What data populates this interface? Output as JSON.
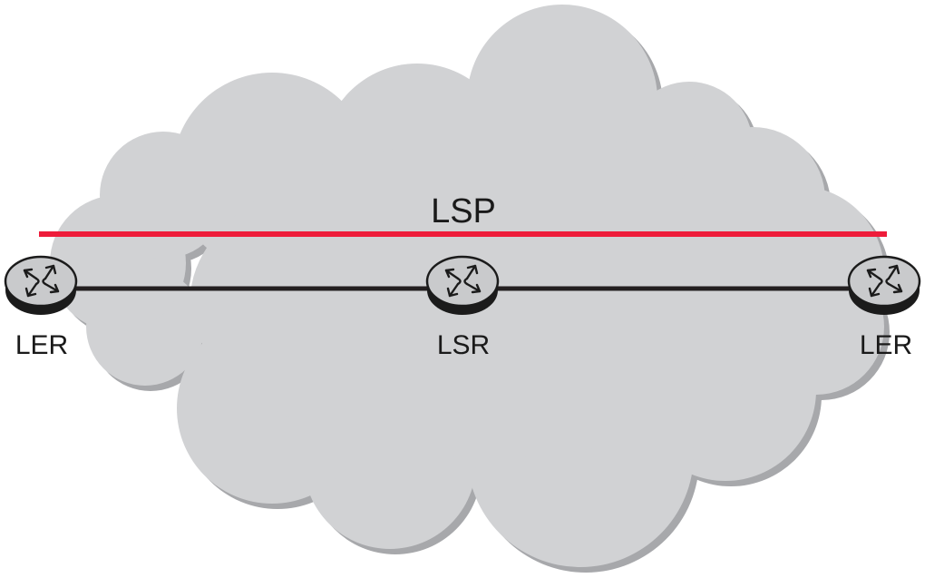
{
  "diagram": {
    "path_label": "LSP",
    "nodes": [
      {
        "id": "ler-left",
        "label": "LER"
      },
      {
        "id": "lsr",
        "label": "LSR"
      },
      {
        "id": "ler-right",
        "label": "LER"
      }
    ],
    "colors": {
      "cloud": "#d1d2d4",
      "cloud_shadow": "#a7a8ab",
      "lsp_line": "#ee1c3a",
      "link": "#231f20",
      "router_top": "#c9cacc",
      "router_side": "#1b1b1b"
    }
  }
}
